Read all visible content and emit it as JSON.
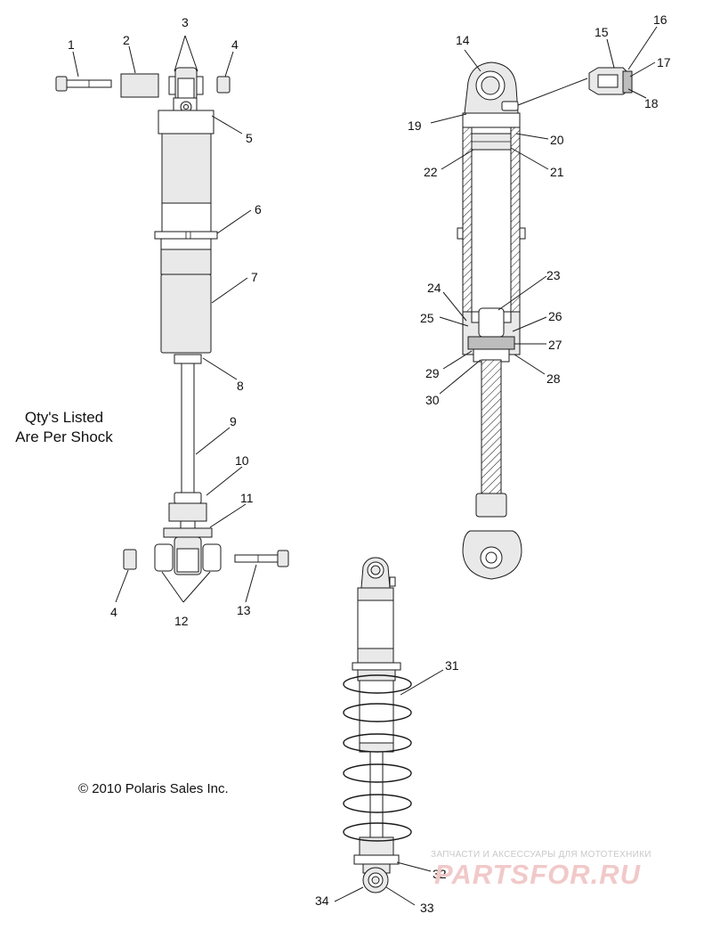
{
  "diagram": {
    "note_lines": [
      "Qty's Listed",
      "Are Per Shock"
    ],
    "copyright": "© 2010 Polaris Sales Inc.",
    "watermark": {
      "tagline": "ЗАПЧАСТИ И АКСЕССУАРЫ ДЛЯ МОТОТЕХНИКИ",
      "brand": "PARTSFOR.RU"
    },
    "callouts": [
      {
        "id": "c1",
        "label": "1"
      },
      {
        "id": "c2",
        "label": "2"
      },
      {
        "id": "c3",
        "label": "3"
      },
      {
        "id": "c4a",
        "label": "4"
      },
      {
        "id": "c5",
        "label": "5"
      },
      {
        "id": "c6",
        "label": "6"
      },
      {
        "id": "c7",
        "label": "7"
      },
      {
        "id": "c8",
        "label": "8"
      },
      {
        "id": "c9",
        "label": "9"
      },
      {
        "id": "c10",
        "label": "10"
      },
      {
        "id": "c11",
        "label": "11"
      },
      {
        "id": "c4b",
        "label": "4"
      },
      {
        "id": "c12",
        "label": "12"
      },
      {
        "id": "c13",
        "label": "13"
      },
      {
        "id": "c14",
        "label": "14"
      },
      {
        "id": "c15",
        "label": "15"
      },
      {
        "id": "c16",
        "label": "16"
      },
      {
        "id": "c17",
        "label": "17"
      },
      {
        "id": "c18",
        "label": "18"
      },
      {
        "id": "c19",
        "label": "19"
      },
      {
        "id": "c20",
        "label": "20"
      },
      {
        "id": "c21",
        "label": "21"
      },
      {
        "id": "c22",
        "label": "22"
      },
      {
        "id": "c23",
        "label": "23"
      },
      {
        "id": "c24",
        "label": "24"
      },
      {
        "id": "c25",
        "label": "25"
      },
      {
        "id": "c26",
        "label": "26"
      },
      {
        "id": "c27",
        "label": "27"
      },
      {
        "id": "c28",
        "label": "28"
      },
      {
        "id": "c29",
        "label": "29"
      },
      {
        "id": "c30",
        "label": "30"
      },
      {
        "id": "c31",
        "label": "31"
      },
      {
        "id": "c32",
        "label": "32"
      },
      {
        "id": "c33",
        "label": "33"
      },
      {
        "id": "c34",
        "label": "34"
      }
    ]
  }
}
